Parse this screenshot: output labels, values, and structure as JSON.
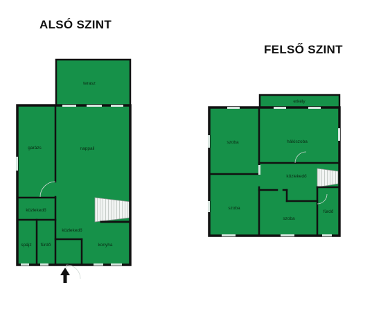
{
  "floors": {
    "lower": {
      "title": "ALSÓ SZINT",
      "rooms": {
        "terasz": "terasz",
        "nappali": "nappali",
        "garazs": "garázs",
        "kozlekedo_left": "közlekedő",
        "kozlekedo_center": "közlekedő",
        "spajz": "spájz",
        "furdo": "fürdő",
        "konyha": "konyha"
      }
    },
    "upper": {
      "title": "FELSŐ SZINT",
      "rooms": {
        "erkely": "erkély",
        "szoba_top_left": "szoba",
        "haloszoba": "hálószoba",
        "kozlekedo": "közlekedő",
        "szoba_bottom_left": "szoba",
        "szoba_bottom_center": "szoba",
        "furdo": "fürdő"
      }
    }
  },
  "colors": {
    "room_fill": "#169149",
    "wall": "#111111",
    "window": "#d9e6e0",
    "label": "#0a2a14",
    "stairs": "#e8ece9"
  },
  "icons": {
    "entrance": "arrow-up-icon"
  }
}
